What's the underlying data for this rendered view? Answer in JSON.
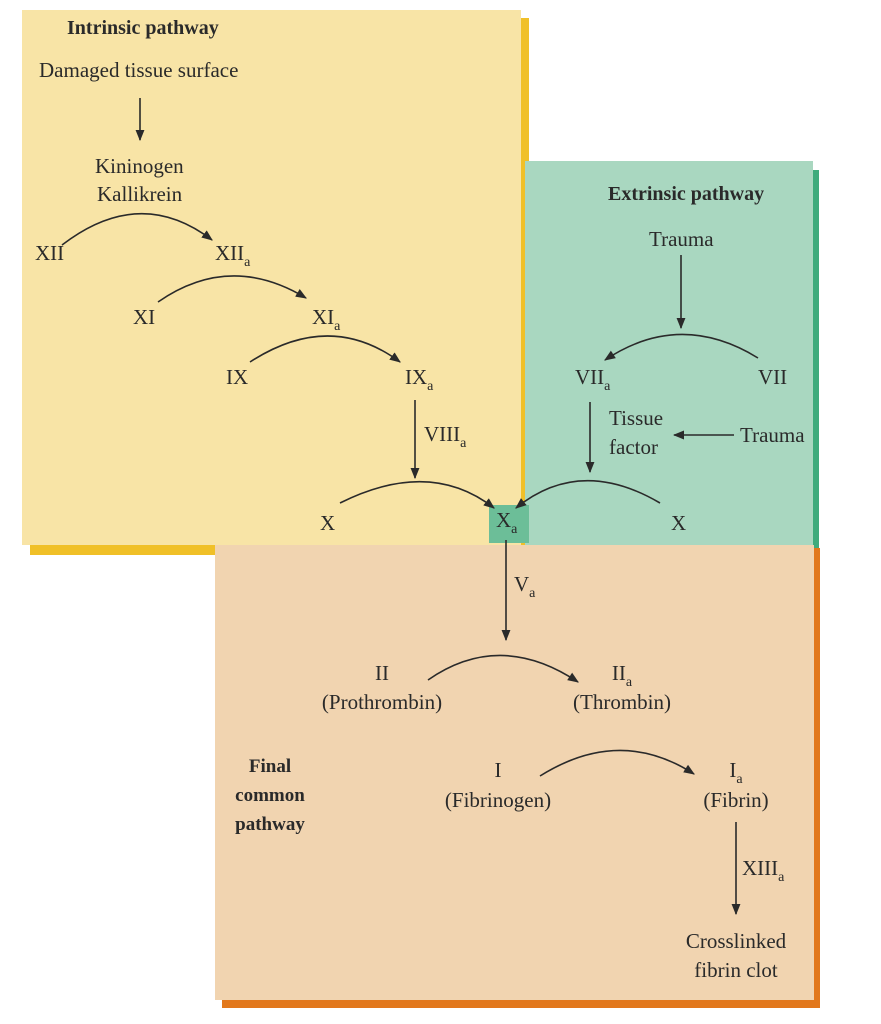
{
  "colors": {
    "intrinsic_fill": "#f8e4a6",
    "intrinsic_edge": "#f0c028",
    "extrinsic_fill": "#a9d7c0",
    "extrinsic_edge": "#3fab7c",
    "common_fill": "#f1d4b0",
    "common_edge": "#e2781c",
    "xa_box": "#6cbe98",
    "ink": "#2a2a2a"
  },
  "intrinsic": {
    "title": "Intrinsic pathway",
    "start": "Damaged tissue surface",
    "cofactor_1": "Kininogen",
    "cofactor_2": "Kallikrein",
    "xii": "XII",
    "xiia": "XII",
    "xi": "XI",
    "xia": "XI",
    "ix": "IX",
    "ixa": "IX",
    "viiia": "VIII",
    "x": "X"
  },
  "extrinsic": {
    "title": "Extrinsic pathway",
    "trauma_top": "Trauma",
    "viia": "VII",
    "vii": "VII",
    "tissue_factor_1": "Tissue",
    "tissue_factor_2": "factor",
    "trauma_side": "Trauma",
    "x": "X"
  },
  "junction": {
    "xa": "X"
  },
  "common": {
    "title_1": "Final",
    "title_2": "common",
    "title_3": "pathway",
    "va": "V",
    "ii": "II",
    "prothrombin": "(Prothrombin)",
    "iia": "II",
    "thrombin": "(Thrombin)",
    "i": "I",
    "fibrinogen": "(Fibrinogen)",
    "ia": "I",
    "fibrin": "(Fibrin)",
    "xiiia": "XIII",
    "clot_1": "Crosslinked",
    "clot_2": "fibrin clot"
  },
  "subscript": "a"
}
